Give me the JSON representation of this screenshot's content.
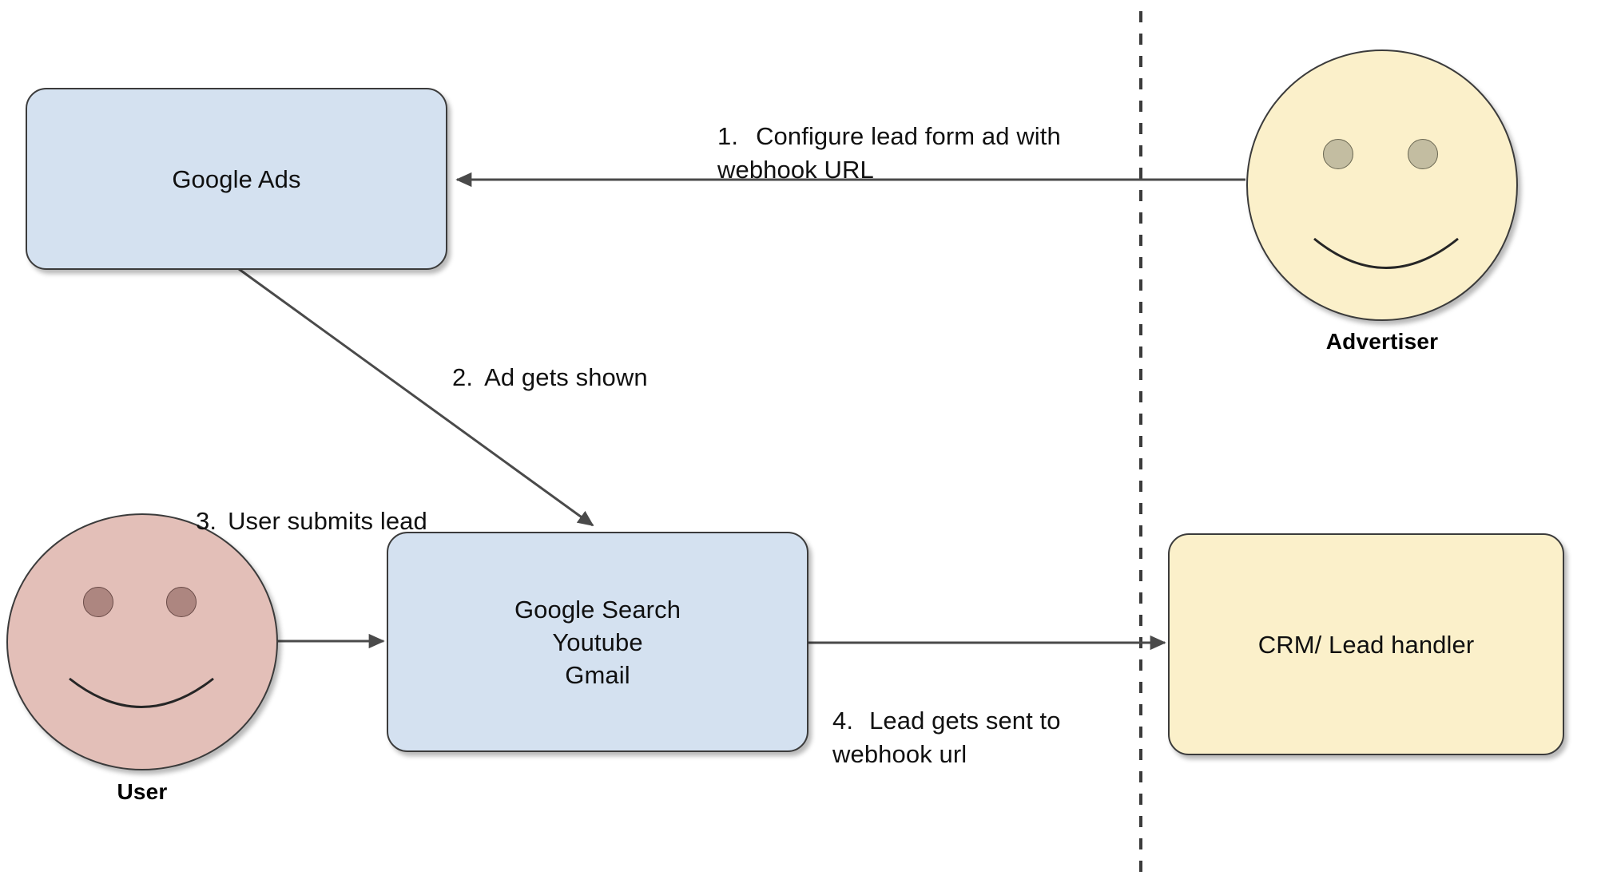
{
  "diagram": {
    "title": "Google Ads lead form webhook flow",
    "colors": {
      "box_blue": "#d4e1f0",
      "box_yellow": "#fbf0ca",
      "face_pink": "#e3bfb8",
      "eye_olive": "#c3bda1",
      "eye_rose": "#ad8680",
      "stroke": "#3b3b3b",
      "background": "#ffffff"
    },
    "nodes": {
      "google_ads": {
        "label": "Google Ads",
        "shape": "rounded-rectangle",
        "fill": "blue"
      },
      "google_properties": {
        "label": "Google Search\nYoutube\nGmail",
        "shape": "rounded-rectangle",
        "fill": "blue"
      },
      "crm": {
        "label": "CRM/ Lead handler",
        "shape": "rounded-rectangle",
        "fill": "yellow"
      },
      "advertiser": {
        "label": "Advertiser",
        "shape": "smiley-circle",
        "fill": "yellow"
      },
      "user": {
        "label": "User",
        "shape": "smiley-circle",
        "fill": "pink"
      }
    },
    "edges": [
      {
        "id": "step-1",
        "number": "1.",
        "text": "Configure lead form ad with\nwebhook URL",
        "from": "advertiser",
        "to": "google_ads",
        "direction": "left"
      },
      {
        "id": "step-2",
        "number": "2.",
        "text": "Ad gets shown",
        "from": "google_ads",
        "to": "google_properties",
        "direction": "down-right"
      },
      {
        "id": "step-3",
        "number": "3.",
        "text": "User submits lead",
        "from": "user",
        "to": "google_properties",
        "direction": "right"
      },
      {
        "id": "step-4",
        "number": "4.",
        "text": "Lead gets sent to\nwebhook url",
        "from": "google_properties",
        "to": "crm",
        "direction": "right"
      }
    ],
    "divider": {
      "name": "vertical-dashed-boundary",
      "style": "dashed",
      "orientation": "vertical"
    }
  }
}
